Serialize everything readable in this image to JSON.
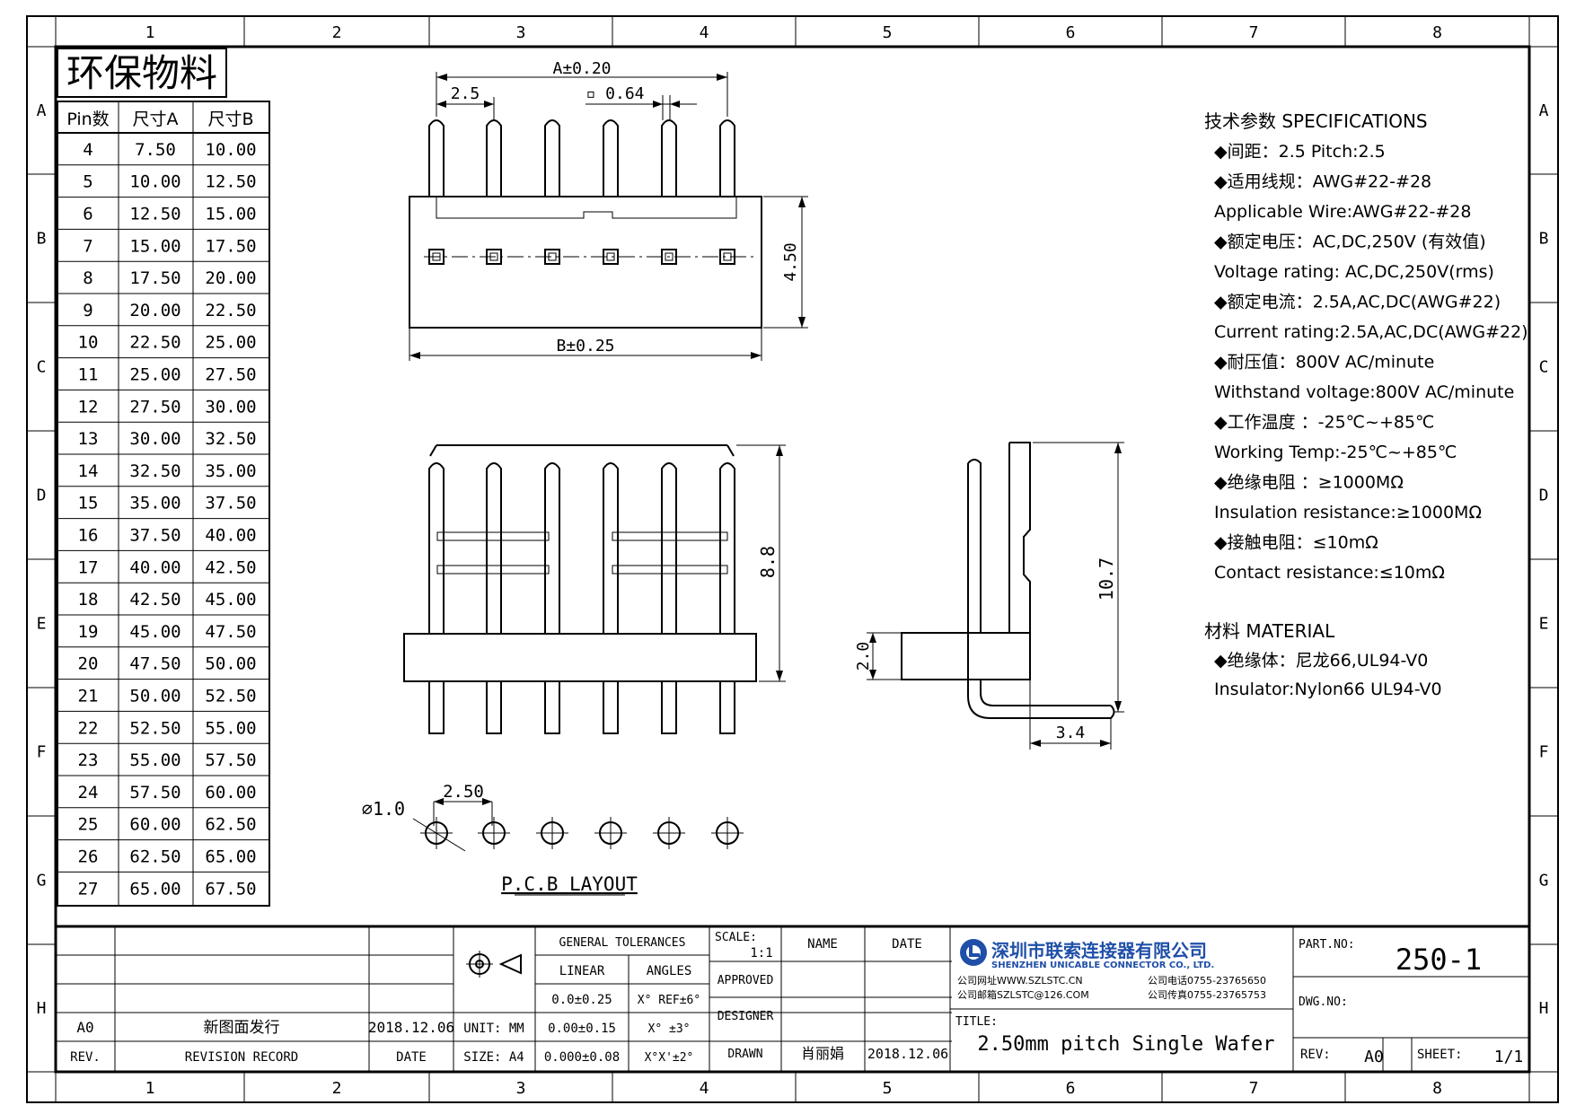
{
  "frame": {
    "col_labels": [
      "1",
      "2",
      "3",
      "4",
      "5",
      "6",
      "7",
      "8"
    ],
    "row_labels": [
      "A",
      "B",
      "C",
      "D",
      "E",
      "F",
      "G",
      "H"
    ]
  },
  "stamp": "环保物料",
  "pin_table": {
    "headers": [
      "Pin数",
      "尺寸A",
      "尺寸B"
    ],
    "rows": [
      [
        "4",
        "7.50",
        "10.00"
      ],
      [
        "5",
        "10.00",
        "12.50"
      ],
      [
        "6",
        "12.50",
        "15.00"
      ],
      [
        "7",
        "15.00",
        "17.50"
      ],
      [
        "8",
        "17.50",
        "20.00"
      ],
      [
        "9",
        "20.00",
        "22.50"
      ],
      [
        "10",
        "22.50",
        "25.00"
      ],
      [
        "11",
        "25.00",
        "27.50"
      ],
      [
        "12",
        "27.50",
        "30.00"
      ],
      [
        "13",
        "30.00",
        "32.50"
      ],
      [
        "14",
        "32.50",
        "35.00"
      ],
      [
        "15",
        "35.00",
        "37.50"
      ],
      [
        "16",
        "37.50",
        "40.00"
      ],
      [
        "17",
        "40.00",
        "42.50"
      ],
      [
        "18",
        "42.50",
        "45.00"
      ],
      [
        "19",
        "45.00",
        "47.50"
      ],
      [
        "20",
        "47.50",
        "50.00"
      ],
      [
        "21",
        "50.00",
        "52.50"
      ],
      [
        "22",
        "52.50",
        "55.00"
      ],
      [
        "23",
        "55.00",
        "57.50"
      ],
      [
        "24",
        "57.50",
        "60.00"
      ],
      [
        "25",
        "60.00",
        "62.50"
      ],
      [
        "26",
        "62.50",
        "65.00"
      ],
      [
        "27",
        "65.00",
        "67.50"
      ]
    ]
  },
  "dims": {
    "a_dim": "A±0.20",
    "pitch_top": "2.5",
    "pin_sq": "▫ 0.64",
    "b_dim": "B±0.25",
    "height_top": "4.50",
    "height_front": "8.8",
    "height_side": "10.7",
    "side_base": "2.0",
    "side_len": "3.4",
    "hole_dia": "⌀1.0",
    "hole_pitch": "2.50",
    "pcb_label": "P.C.B LAYOUT"
  },
  "specs": {
    "title": "技术参数  SPECIFICATIONS",
    "lines": [
      "◆间距：2.5        Pitch:2.5",
      "◆适用线规：AWG#22-#28",
      "  Applicable Wire:AWG#22-#28",
      "◆额定电压：AC,DC,250V (有效值)",
      "  Voltage rating: AC,DC,250V(rms)",
      "◆额定电流：2.5A,AC,DC(AWG#22)",
      "  Current rating:2.5A,AC,DC(AWG#22)",
      "◆耐压值：800V AC/minute",
      "   Withstand voltage:800V AC/minute",
      "◆工作温度 ：-25℃~+85℃",
      "  Working Temp:-25℃~+85℃",
      "◆绝缘电阻 ：≥1000MΩ",
      "  Insulation resistance:≥1000MΩ",
      "◆接触电阻：≤10mΩ",
      "  Contact resistance:≤10mΩ"
    ],
    "material_title": "材料  MATERIAL",
    "material_lines": [
      "◆绝缘体：尼龙66,UL94-V0",
      "   Insulator:Nylon66 UL94-V0"
    ]
  },
  "title_block": {
    "rev_a0": "A0",
    "rev_desc": "新图面发行",
    "rev_date": "2018.12.06",
    "rev_header": "REV.",
    "rev_record": "REVISION RECORD",
    "date_header": "DATE",
    "unit": "UNIT: MM",
    "size": "SIZE: A4",
    "gen_tol": "GENERAL TOLERANCES",
    "linear": "LINEAR",
    "angles": "ANGLES",
    "tol_rows": [
      [
        "0.0±0.25",
        "X° REF±6°"
      ],
      [
        "0.00±0.15",
        "X° ±3°"
      ],
      [
        "0.000±0.08",
        "X°X'±2°"
      ]
    ],
    "scale_label": "SCALE:",
    "scale_val": "1:1",
    "name": "NAME",
    "date": "DATE",
    "approved": "APPROVED",
    "designer": "DESIGNER",
    "drawn": "DRAWN",
    "drawn_name": "肖丽娟",
    "drawn_date": "2018.12.06",
    "company_cn": "深圳市联索连接器有限公司",
    "company_en": "SHENZHEN UNICABLE CONNECTOR CO., LTD.",
    "web": "公司网址WWW.SZLSTC.CN",
    "mail": "公司邮箱SZLSTC@126.COM",
    "tel": "公司电话0755-23765650",
    "fax": "公司传真0755-23765753",
    "part_no_label": "PART.NO:",
    "part_no": "250-1",
    "dwg_no_label": "DWG.NO:",
    "title_label": "TITLE:",
    "title": "2.50mm pitch Single Wafer",
    "rev_label": "REV:",
    "rev_val": "A0",
    "sheet_label": "SHEET:",
    "sheet_val": "1/1"
  }
}
